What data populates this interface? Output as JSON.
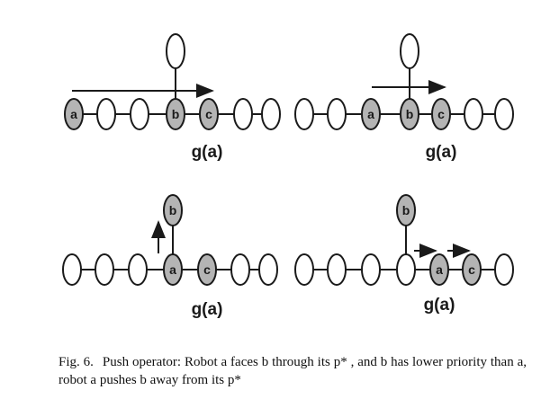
{
  "panels": [
    {
      "id": "top-left",
      "nodes": [
        "a",
        "",
        "",
        "b",
        "c",
        "",
        ""
      ],
      "goal_label": "g(a)"
    },
    {
      "id": "top-right",
      "nodes": [
        "",
        "",
        "a",
        "b",
        "c",
        "",
        ""
      ],
      "goal_label": "g(a)"
    },
    {
      "id": "bottom-left",
      "nodes": [
        "",
        "",
        "",
        "a",
        "c",
        "",
        ""
      ],
      "branch_node": "b",
      "goal_label": "g(a)"
    },
    {
      "id": "bottom-right",
      "nodes": [
        "",
        "",
        "",
        "",
        "a",
        "c",
        ""
      ],
      "branch_node": "b",
      "goal_label": "g(a)"
    }
  ],
  "caption": {
    "figure_number": "Fig. 6.",
    "text": "Push operator: Robot a faces b through its p* , and b has lower priority than a, robot a pushes b away from its p*"
  },
  "colors": {
    "labeled_node_fill": "#b4b4b4",
    "empty_node_fill": "#ffffff",
    "stroke": "#1a1a1a"
  }
}
